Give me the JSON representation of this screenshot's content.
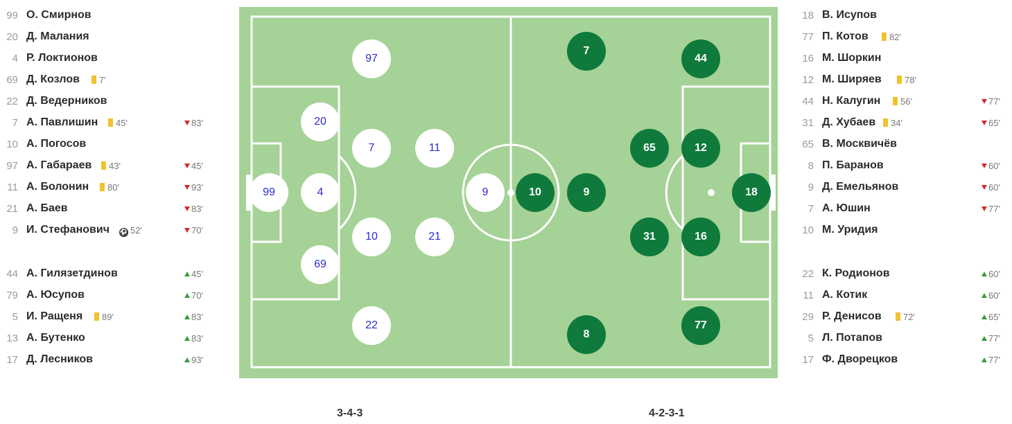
{
  "home": {
    "formation": "3-4-3",
    "starters": [
      {
        "num": "99",
        "name": "О. Смирнов"
      },
      {
        "num": "20",
        "name": "Д. Малания"
      },
      {
        "num": "4",
        "name": "Р. Локтионов"
      },
      {
        "num": "69",
        "name": "Д. Козлов",
        "card": "7'"
      },
      {
        "num": "22",
        "name": "Д. Ведерников"
      },
      {
        "num": "7",
        "name": "А. Павлишин",
        "card": "45'",
        "sub_off": "83'"
      },
      {
        "num": "10",
        "name": "А. Погосов"
      },
      {
        "num": "97",
        "name": "А. Габараев",
        "card": "43'",
        "sub_off": "45'"
      },
      {
        "num": "11",
        "name": "А. Болонин",
        "card": "80'",
        "sub_off": "93'"
      },
      {
        "num": "21",
        "name": "А. Баев",
        "sub_off": "83'"
      },
      {
        "num": "9",
        "name": "И. Стефанович",
        "goal": "52'",
        "sub_off": "70'"
      }
    ],
    "subs": [
      {
        "num": "44",
        "name": "А. Гилязетдинов",
        "sub_on": "45'"
      },
      {
        "num": "79",
        "name": "А. Юсупов",
        "sub_on": "70'"
      },
      {
        "num": "5",
        "name": "И. Ращеня",
        "card": "89'",
        "sub_on": "83'"
      },
      {
        "num": "13",
        "name": "А. Бутенко",
        "sub_on": "83'"
      },
      {
        "num": "17",
        "name": "Д. Лесников",
        "sub_on": "93'"
      }
    ],
    "pitch_numbers": [
      "97",
      "20",
      "7",
      "11",
      "99",
      "4",
      "9",
      "10",
      "21",
      "69",
      "22"
    ]
  },
  "away": {
    "formation": "4-2-3-1",
    "starters": [
      {
        "num": "18",
        "name": "В. Исупов"
      },
      {
        "num": "77",
        "name": "П. Котов",
        "card": "82'"
      },
      {
        "num": "16",
        "name": "М. Шоркин"
      },
      {
        "num": "12",
        "name": "М. Ширяев",
        "card": "78'"
      },
      {
        "num": "44",
        "name": "Н. Калугин",
        "card": "56'",
        "sub_off": "77'"
      },
      {
        "num": "31",
        "name": "Д. Хубаев",
        "card": "34'",
        "sub_off": "65'"
      },
      {
        "num": "65",
        "name": "В. Москвичёв"
      },
      {
        "num": "8",
        "name": "П. Баранов",
        "sub_off": "60'"
      },
      {
        "num": "9",
        "name": "Д. Емельянов",
        "sub_off": "60'"
      },
      {
        "num": "7",
        "name": "А. Юшин",
        "sub_off": "77'"
      },
      {
        "num": "10",
        "name": "М. Уридия"
      }
    ],
    "subs": [
      {
        "num": "22",
        "name": "К. Родионов",
        "sub_on": "60'"
      },
      {
        "num": "11",
        "name": "А. Котик",
        "sub_on": "60'"
      },
      {
        "num": "29",
        "name": "Р. Денисов",
        "card": "72'",
        "sub_on": "65'"
      },
      {
        "num": "5",
        "name": "Л. Потапов",
        "sub_on": "77'"
      },
      {
        "num": "17",
        "name": "Ф. Дворецков",
        "sub_on": "77'"
      }
    ],
    "pitch_numbers": [
      "7",
      "44",
      "65",
      "12",
      "10",
      "9",
      "18",
      "31",
      "16",
      "8",
      "77"
    ]
  },
  "colors": {
    "pitch": "#a5d296",
    "lines": "#ffffff",
    "home_chip": "#ffffff",
    "home_text": "#2b2bd0",
    "away_chip": "#0f7a3c",
    "yellow_card": "#f2c12e",
    "sub_off": "#d62b2b",
    "sub_on": "#3a9a3a"
  }
}
